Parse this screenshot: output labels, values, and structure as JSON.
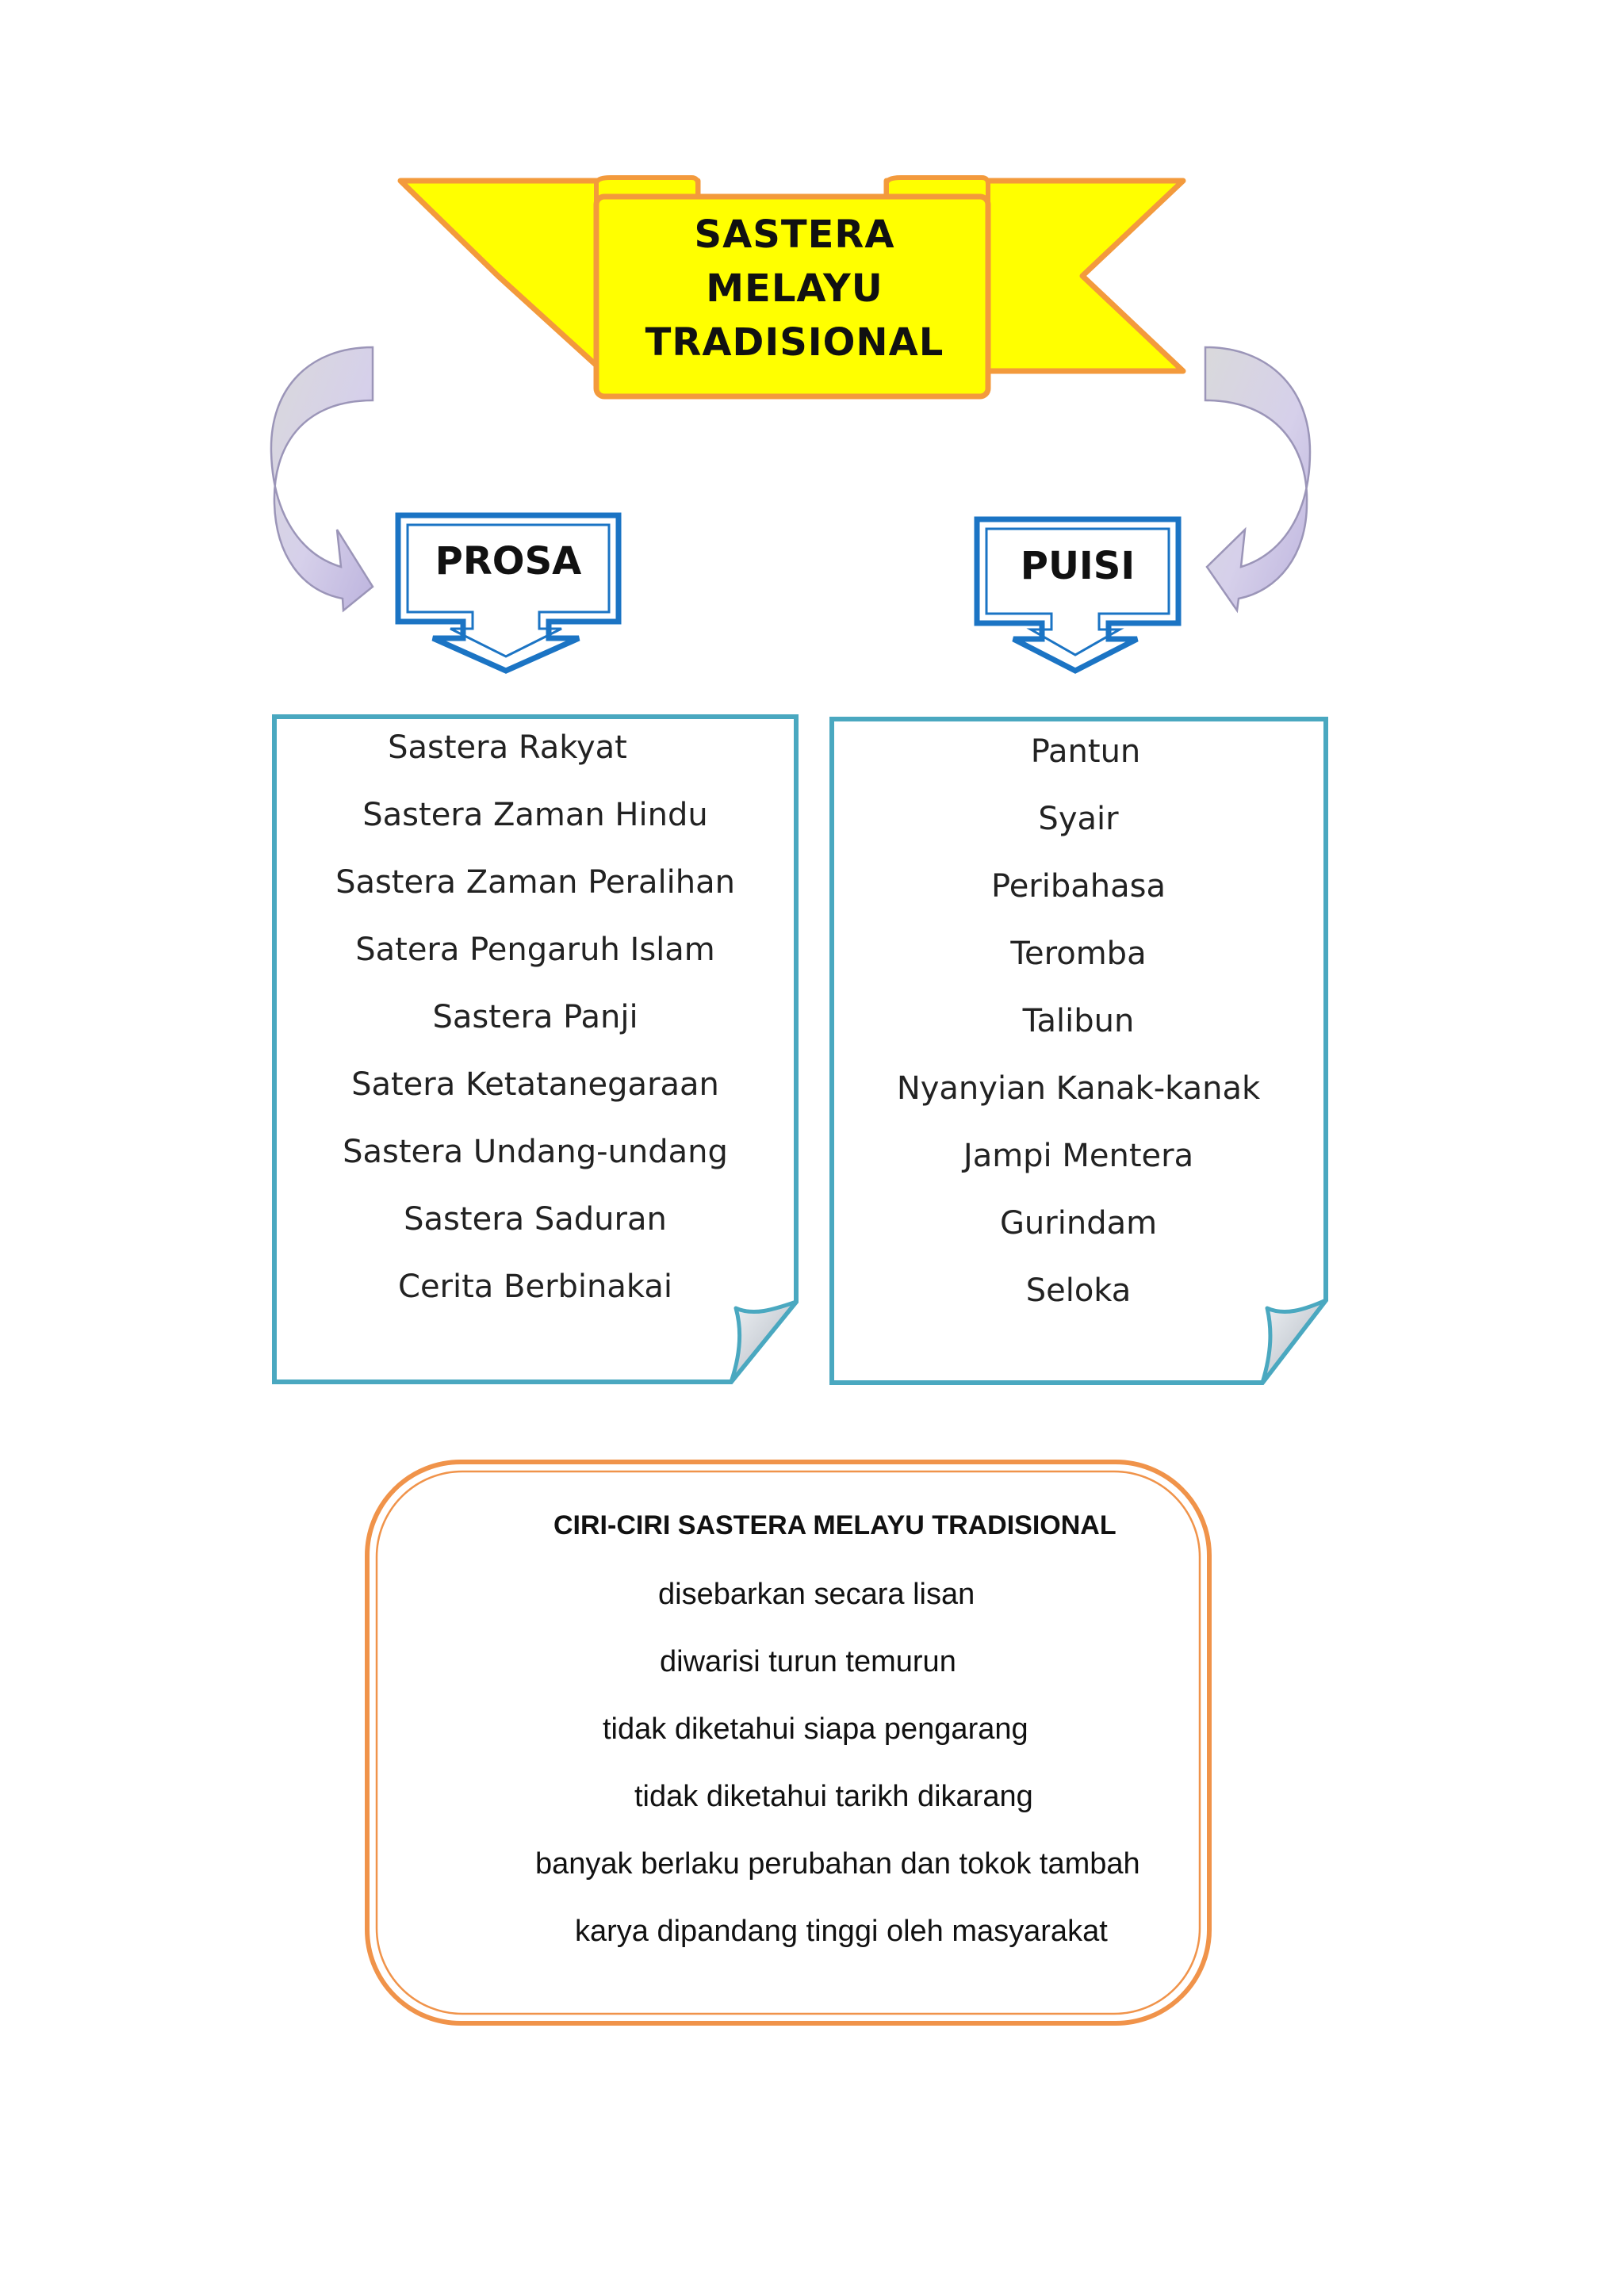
{
  "banner": {
    "lines": [
      "SASTERA",
      "MELAYU",
      "TRADISIONAL"
    ]
  },
  "categories": {
    "prosa": {
      "label": "PROSA",
      "items": [
        "Sastera Rakyat",
        "Sastera Zaman Hindu",
        "Sastera Zaman Peralihan",
        "Satera Pengaruh Islam",
        "Sastera Panji",
        "Satera Ketatanegaraan",
        "Sastera Undang-undang",
        "Sastera Saduran",
        "Cerita Berbinakai"
      ]
    },
    "puisi": {
      "label": "PUISI",
      "items": [
        "Pantun",
        "Syair",
        "Peribahasa",
        "Teromba",
        "Talibun",
        "Nyanyian Kanak-kanak",
        "Jampi Mentera",
        "Gurindam",
        "Seloka"
      ]
    }
  },
  "ciri": {
    "title": "CIRI-CIRI SASTERA MELAYU TRADISIONAL",
    "items": [
      "disebarkan secara lisan",
      "diwarisi turun temurun",
      "tidak diketahui siapa pengarang",
      "tidak diketahui tarikh dikarang",
      "banyak berlaku perubahan dan tokok tambah",
      "karya dipandang tinggi oleh masyarakat"
    ]
  },
  "colors": {
    "banner_fill": "#ffff00",
    "banner_stroke": "#f39a3c",
    "label_box": "#1b74c4",
    "list_border": "#4aa8c0",
    "curl_fill": "#c9cdd6",
    "arrow_fill": "#cfc9e6",
    "ciri_border": "#f0934a"
  }
}
